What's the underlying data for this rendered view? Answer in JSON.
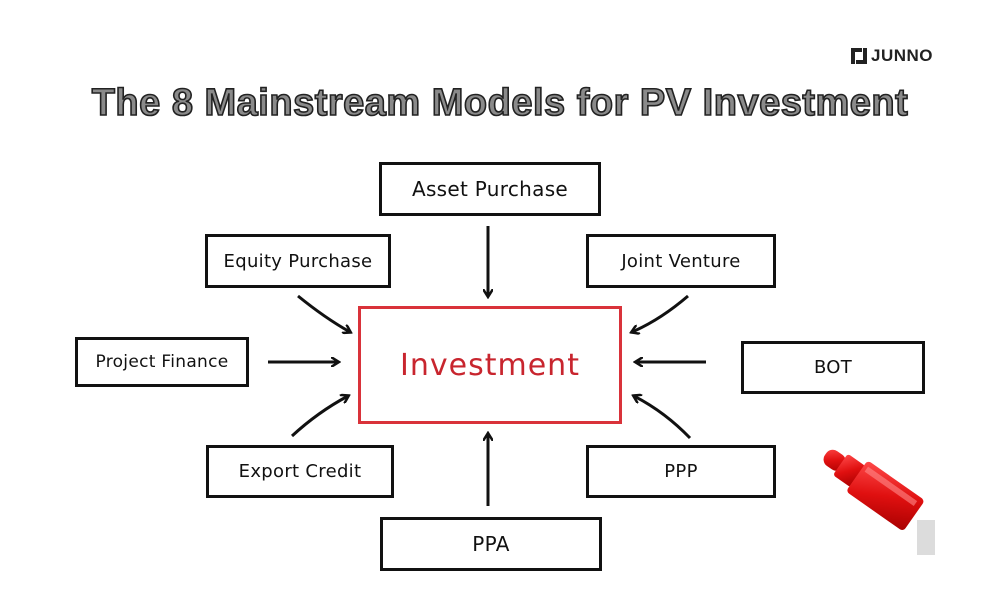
{
  "brand": {
    "logo_text": "JUNNO"
  },
  "title": "The 8 Mainstream Models for PV Investment",
  "center": {
    "label": "Investment",
    "color": "#c8252e"
  },
  "models": [
    {
      "id": "asset-purchase",
      "label": "Asset Purchase"
    },
    {
      "id": "equity-purchase",
      "label": "Equity Purchase"
    },
    {
      "id": "joint-venture",
      "label": "Joint Venture"
    },
    {
      "id": "project-finance",
      "label": "Project Finance"
    },
    {
      "id": "bot",
      "label": "BOT"
    },
    {
      "id": "export-credit",
      "label": "Export Credit"
    },
    {
      "id": "ppp",
      "label": "PPP"
    },
    {
      "id": "ppa",
      "label": "PPA"
    }
  ]
}
